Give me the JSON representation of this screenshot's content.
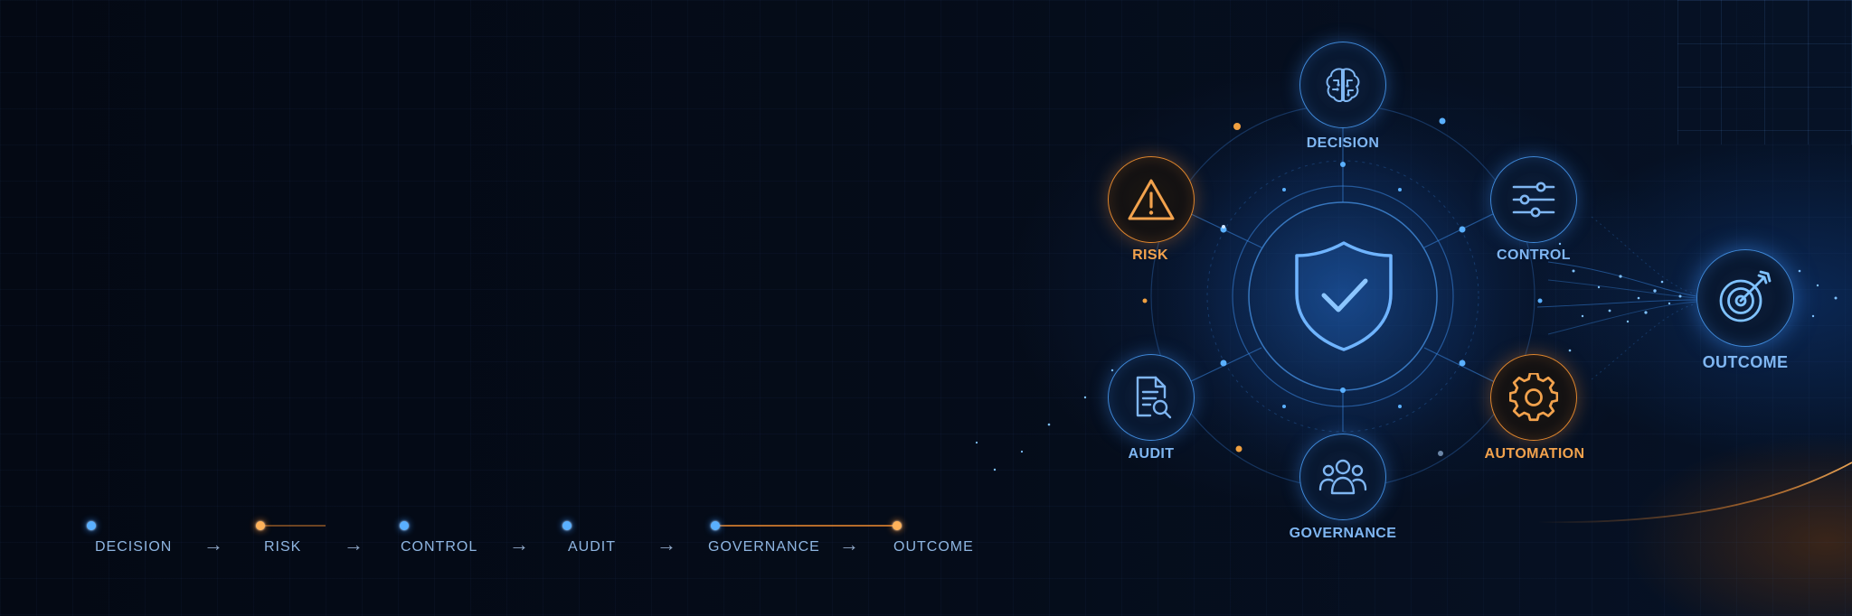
{
  "diagram": {
    "hub_icon": "shield-check-icon",
    "nodes": [
      {
        "id": "decision",
        "label": "DECISION",
        "icon": "brain-icon",
        "color": "#4a9af0"
      },
      {
        "id": "risk",
        "label": "RISK",
        "icon": "warning-triangle-icon",
        "color": "#f08c30"
      },
      {
        "id": "control",
        "label": "CONTROL",
        "icon": "sliders-icon",
        "color": "#4a9af0"
      },
      {
        "id": "audit",
        "label": "AUDIT",
        "icon": "document-search-icon",
        "color": "#4a9af0"
      },
      {
        "id": "automation",
        "label": "AUTOMATION",
        "icon": "gear-icon",
        "color": "#f08c30"
      },
      {
        "id": "governance",
        "label": "GOVERNANCE",
        "icon": "people-group-icon",
        "color": "#4a9af0"
      }
    ],
    "outcome": {
      "label": "OUTCOME",
      "icon": "target-arrow-icon",
      "color": "#4a9af0"
    }
  },
  "timeline": {
    "steps": [
      "DECISION",
      "RISK",
      "CONTROL",
      "AUDIT",
      "GOVERNANCE",
      "OUTCOME"
    ],
    "arrow": "→",
    "dot_colors": [
      "blue",
      "orange",
      "blue",
      "blue",
      "blue",
      "orange"
    ]
  },
  "colors": {
    "accent_blue": "#4a9af0",
    "accent_orange": "#f08c30",
    "background": "#050b17"
  }
}
